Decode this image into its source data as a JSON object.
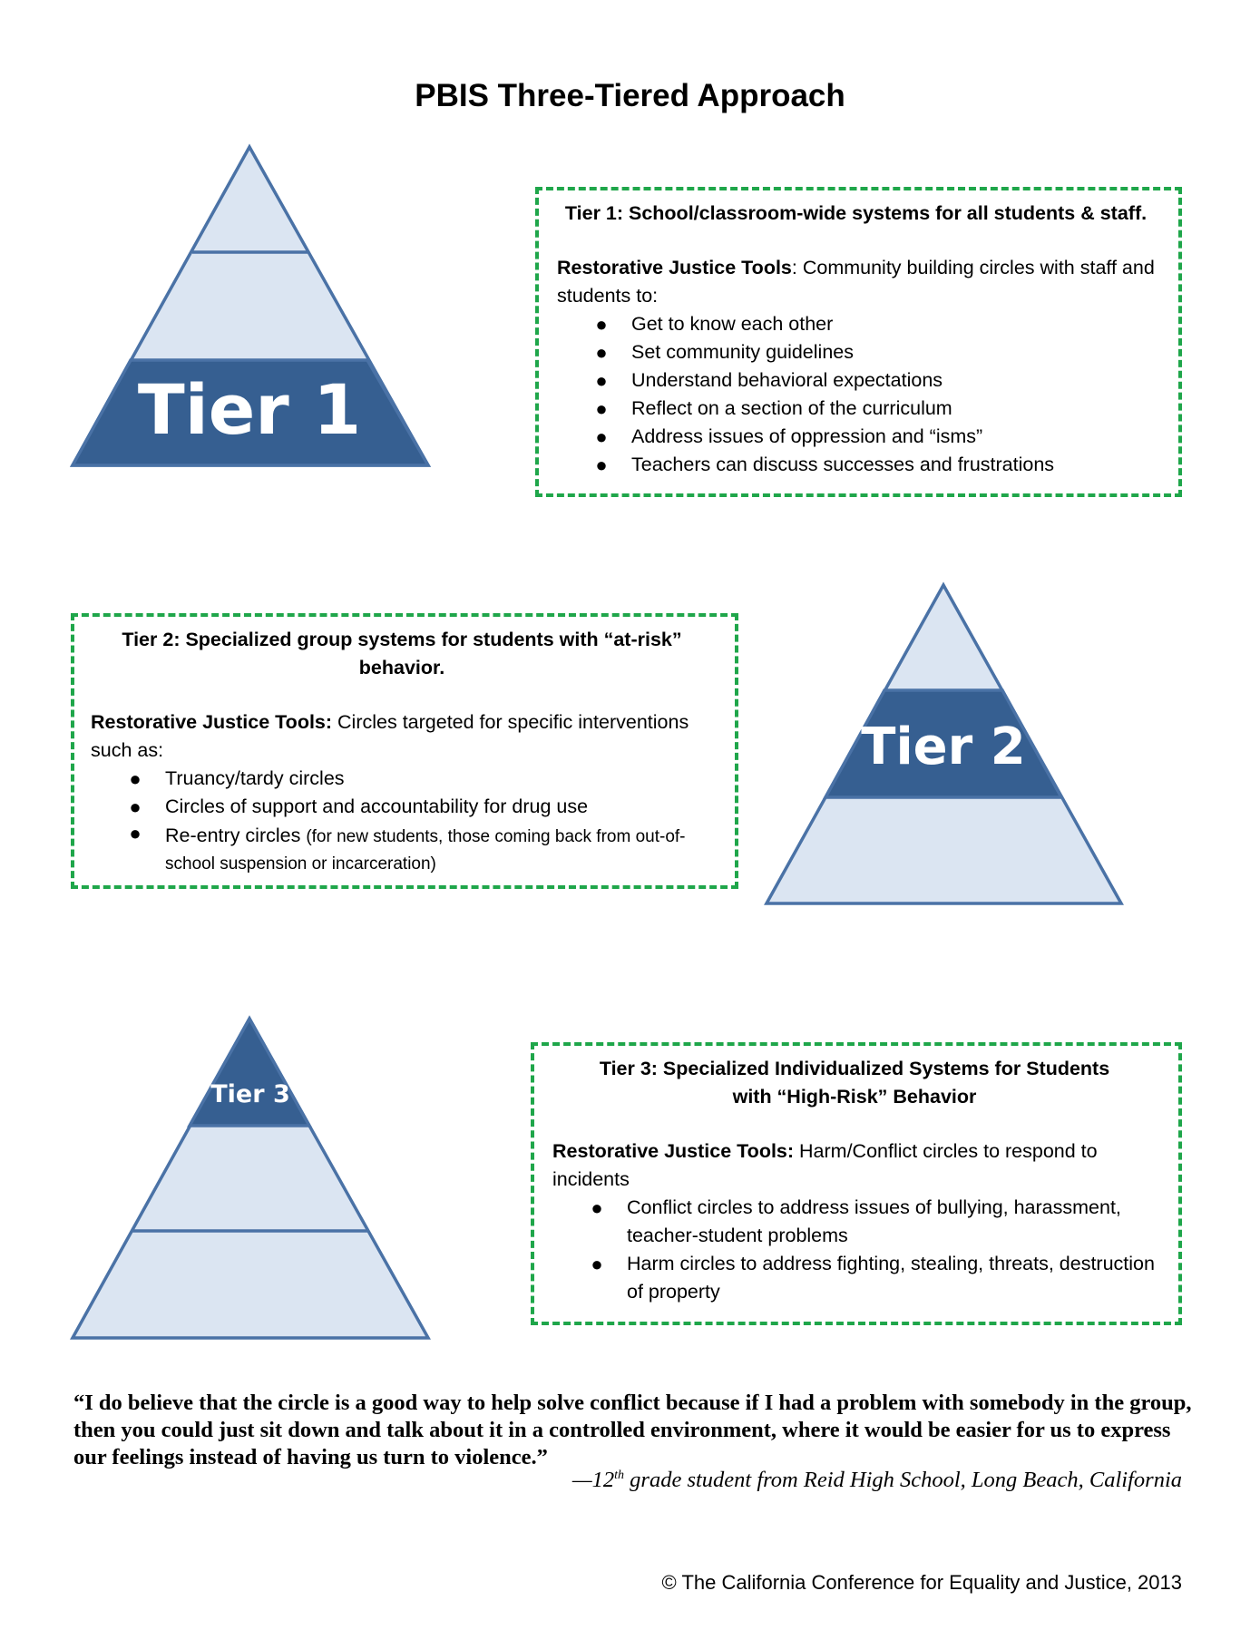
{
  "title": "PBIS Three-Tiered Approach",
  "colors": {
    "pyramid_fill": "#dbe5f2",
    "pyramid_stroke": "#4a72a6",
    "highlight": "#365f91",
    "dashed_border": "#1fa64a"
  },
  "tiers": [
    {
      "pyramid_label": "Tier 1",
      "heading": "Tier 1: School/classroom-wide systems for all students & staff.",
      "tools_lead": "Restorative Justice Tools",
      "tools_text": ":  Community building circles with staff and students to:",
      "bullets": [
        "Get to know each other",
        "Set community guidelines",
        "Understand behavioral expectations",
        "Reflect on a section of the curriculum",
        "Address issues of oppression and “isms”",
        "Teachers can discuss successes and frustrations"
      ]
    },
    {
      "pyramid_label": "Tier 2",
      "heading": "Tier 2: Specialized group systems for students with “at-risk” behavior.",
      "tools_lead": "Restorative Justice Tools:",
      "tools_text": " Circles targeted for specific interventions such as:",
      "bullets": [
        "Truancy/tardy circles",
        "Circles of support and accountability for drug use"
      ],
      "reentry": {
        "main": "Re-entry circles ",
        "note": "(for new students, those coming back from out-of-school suspension or incarceration)"
      }
    },
    {
      "pyramid_label": "Tier 3",
      "heading": "Tier 3: Specialized Individualized Systems for Students with “High-Risk” Behavior",
      "tools_lead": "Restorative Justice Tools:",
      "tools_text": " Harm/Conflict circles to respond to incidents",
      "bullets": [
        "Conflict circles to address issues of bullying, harassment, teacher-student problems",
        "Harm circles to address fighting, stealing, threats, destruction of property"
      ]
    }
  ],
  "quote": "“I do believe that the circle is a good way to help solve conflict because if I had a problem with somebody in the group, then you could just sit down and talk about it in a controlled environment, where it would be easier for us to express our feelings instead of having us turn to violence.”",
  "attribution": {
    "dash": "—12",
    "sup": "th",
    "rest": " grade student from Reid High School, Long Beach, California"
  },
  "copyright": "© The California Conference for Equality and Justice, 2013"
}
